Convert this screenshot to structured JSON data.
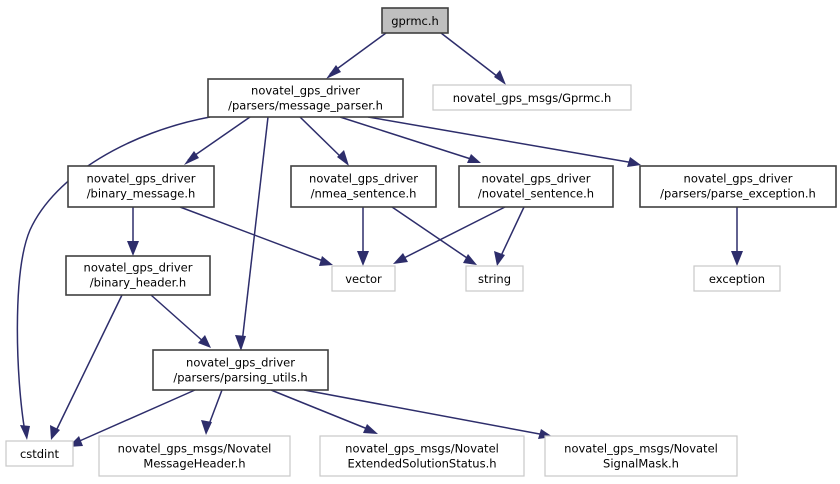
{
  "diagram": {
    "type": "include-dependency-graph",
    "title": "gprmc.h include dependency graph",
    "colors": {
      "edge": "#2d2d6b",
      "node_border_dark": "#404040",
      "node_border_light": "#c8c8c8",
      "node_fill": "#ffffff",
      "root_fill": "#bfbfbf",
      "text": "#000000",
      "background": "#ffffff"
    },
    "nodes": [
      {
        "id": "gprmc",
        "style": "root",
        "lines": [
          "gprmc.h"
        ]
      },
      {
        "id": "msgparser",
        "style": "dark",
        "lines": [
          "novatel_gps_driver",
          "/parsers/message_parser.h"
        ]
      },
      {
        "id": "msgs_gprmc",
        "style": "light",
        "lines": [
          "novatel_gps_msgs/Gprmc.h"
        ]
      },
      {
        "id": "binmsg",
        "style": "dark",
        "lines": [
          "novatel_gps_driver",
          "/binary_message.h"
        ]
      },
      {
        "id": "nmea",
        "style": "dark",
        "lines": [
          "novatel_gps_driver",
          "/nmea_sentence.h"
        ]
      },
      {
        "id": "novsent",
        "style": "dark",
        "lines": [
          "novatel_gps_driver",
          "/novatel_sentence.h"
        ]
      },
      {
        "id": "parseexc",
        "style": "dark",
        "lines": [
          "novatel_gps_driver",
          "/parsers/parse_exception.h"
        ]
      },
      {
        "id": "binhdr",
        "style": "dark",
        "lines": [
          "novatel_gps_driver",
          "/binary_header.h"
        ]
      },
      {
        "id": "vector",
        "style": "light",
        "lines": [
          "vector"
        ]
      },
      {
        "id": "string",
        "style": "light",
        "lines": [
          "string"
        ]
      },
      {
        "id": "exception",
        "style": "light",
        "lines": [
          "exception"
        ]
      },
      {
        "id": "parsutils",
        "style": "dark",
        "lines": [
          "novatel_gps_driver",
          "/parsers/parsing_utils.h"
        ]
      },
      {
        "id": "cstdint",
        "style": "light",
        "lines": [
          "cstdint"
        ]
      },
      {
        "id": "msghdr",
        "style": "light",
        "lines": [
          "novatel_gps_msgs/Novatel",
          "MessageHeader.h"
        ]
      },
      {
        "id": "extsol",
        "style": "light",
        "lines": [
          "novatel_gps_msgs/Novatel",
          "ExtendedSolutionStatus.h"
        ]
      },
      {
        "id": "sigmask",
        "style": "light",
        "lines": [
          "novatel_gps_msgs/Novatel",
          "SignalMask.h"
        ]
      }
    ],
    "edges": [
      {
        "from": "gprmc",
        "to": "msgparser"
      },
      {
        "from": "gprmc",
        "to": "msgs_gprmc"
      },
      {
        "from": "msgparser",
        "to": "cstdint"
      },
      {
        "from": "msgparser",
        "to": "binmsg"
      },
      {
        "from": "msgparser",
        "to": "parsutils"
      },
      {
        "from": "msgparser",
        "to": "nmea"
      },
      {
        "from": "msgparser",
        "to": "novsent"
      },
      {
        "from": "msgparser",
        "to": "parseexc"
      },
      {
        "from": "binmsg",
        "to": "binhdr"
      },
      {
        "from": "binmsg",
        "to": "vector"
      },
      {
        "from": "nmea",
        "to": "vector"
      },
      {
        "from": "nmea",
        "to": "string"
      },
      {
        "from": "novsent",
        "to": "vector"
      },
      {
        "from": "novsent",
        "to": "string"
      },
      {
        "from": "parseexc",
        "to": "exception"
      },
      {
        "from": "binhdr",
        "to": "cstdint"
      },
      {
        "from": "binhdr",
        "to": "parsutils"
      },
      {
        "from": "parsutils",
        "to": "cstdint"
      },
      {
        "from": "parsutils",
        "to": "msghdr"
      },
      {
        "from": "parsutils",
        "to": "extsol"
      },
      {
        "from": "parsutils",
        "to": "sigmask"
      }
    ]
  }
}
